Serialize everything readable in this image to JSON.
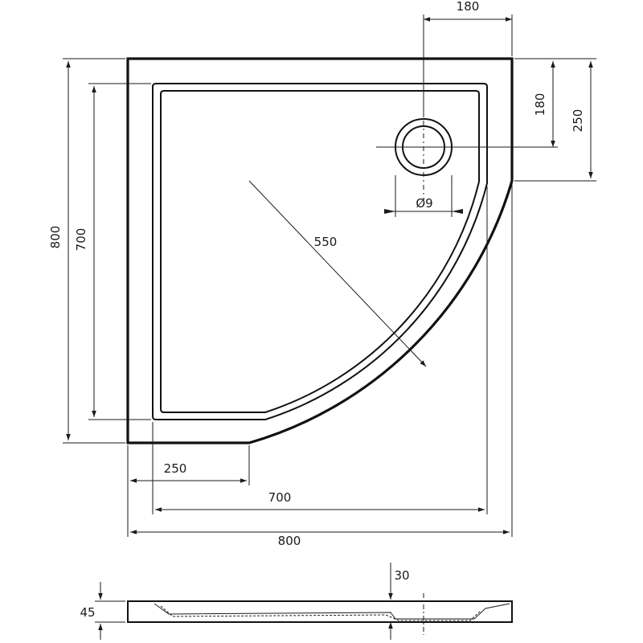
{
  "drawing": {
    "type": "technical-drawing",
    "subject": "quarter-round shower tray",
    "line_color": "#111111",
    "background": "#ffffff"
  },
  "dimensions": {
    "drain_offset_top": "180",
    "drain_offset_right": "180",
    "straight_edge_right": "250",
    "overall_height": "800",
    "inner_height": "700",
    "radius": "550",
    "drain_diameter": "Ø9",
    "straight_edge_bottom": "250",
    "inner_width": "700",
    "overall_width": "800",
    "profile_thickness": "45",
    "drain_depth": "30"
  }
}
